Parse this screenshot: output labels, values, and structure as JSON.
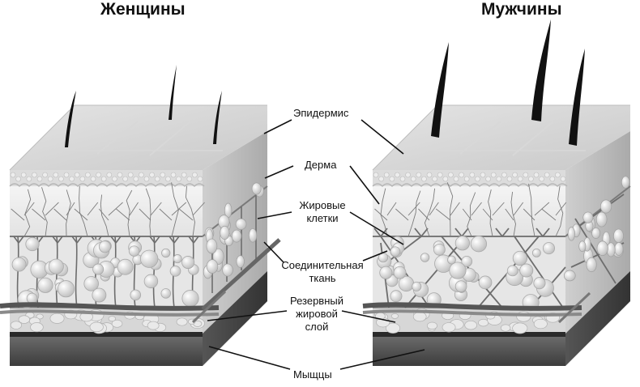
{
  "titles": {
    "women": "Женщины",
    "men": "Мужчины"
  },
  "labels": {
    "epidermis": "Эпидермис",
    "dermis": "Дерма",
    "fat_cells_line1": "Жировые",
    "fat_cells_line2": "клетки",
    "connective_line1": "Соединительная",
    "connective_line2": "ткань",
    "reserve_line1": "Резервный",
    "reserve_line2": "жировой",
    "reserve_line3": "слой",
    "muscles": "Мыщцы"
  }
}
